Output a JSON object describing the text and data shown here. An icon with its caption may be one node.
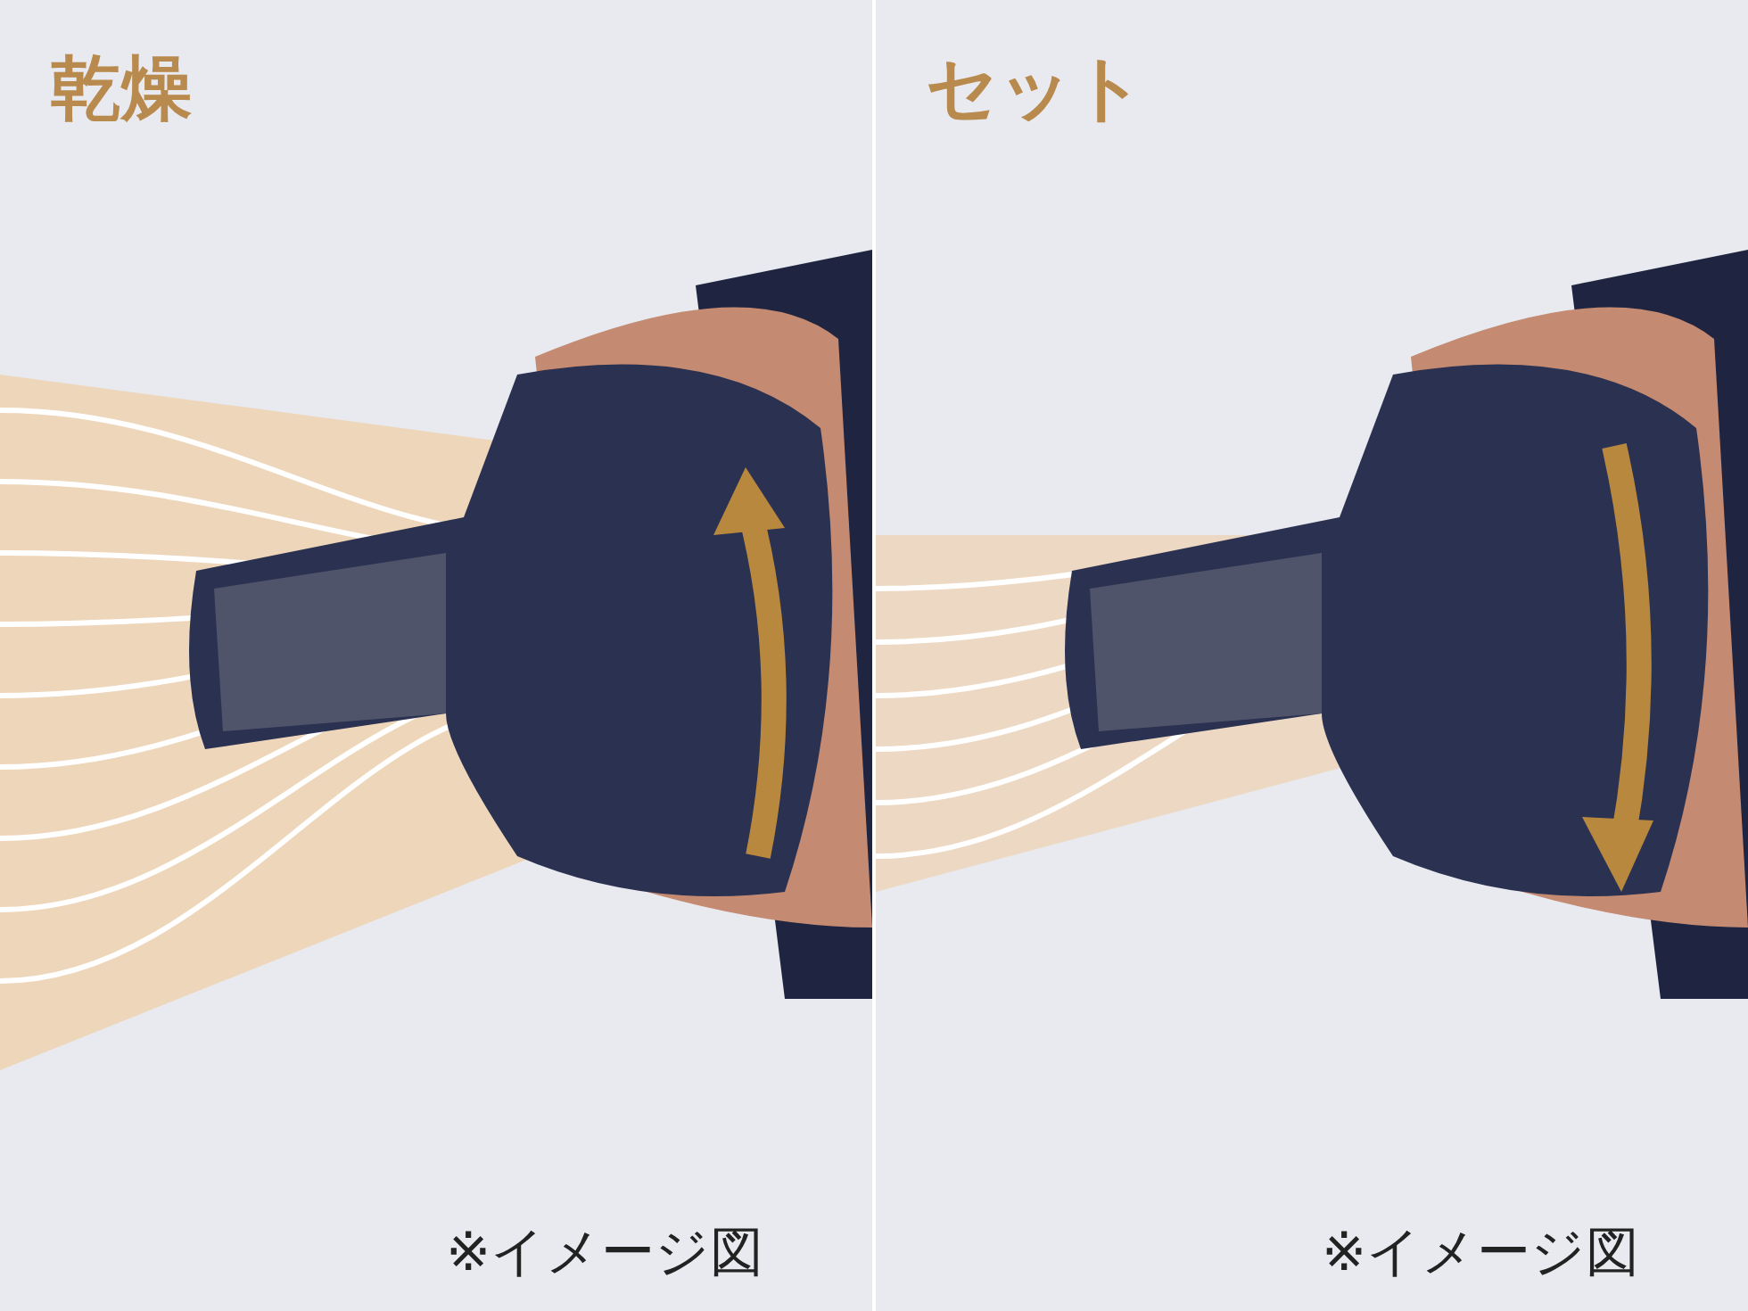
{
  "diagram": {
    "labels": [
      "乾燥",
      "セット",
      "※イメージ図",
      "※イメージ図"
    ]
  }
}
